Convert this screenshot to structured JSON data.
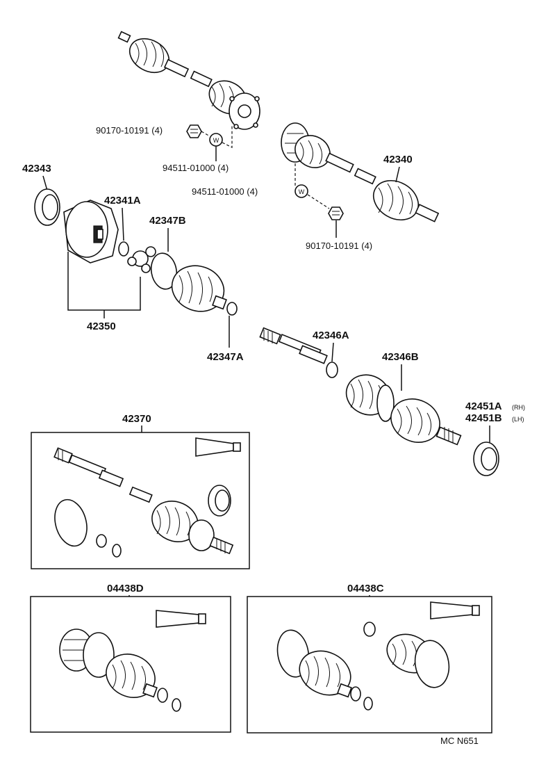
{
  "labels": {
    "nut_top": "90170-10191 (4)",
    "washer_top": "94511-01000 (4)",
    "washer_right": "94511-01000 (4)",
    "nut_right": "90170-10191 (4)",
    "p42343": "42343",
    "p42341A": "42341A",
    "p42347B": "42347B",
    "p42340": "42340",
    "p42350": "42350",
    "p42347A": "42347A",
    "p42346A": "42346A",
    "p42346B": "42346B",
    "p42451A": "42451A",
    "p42451A_side": "(RH)",
    "p42451B": "42451B",
    "p42451B_side": "(LH)",
    "p42370": "42370",
    "p04438D": "04438D",
    "p04438C": "04438C",
    "diagram_code": "MC N651",
    "washer_mark": "W"
  }
}
